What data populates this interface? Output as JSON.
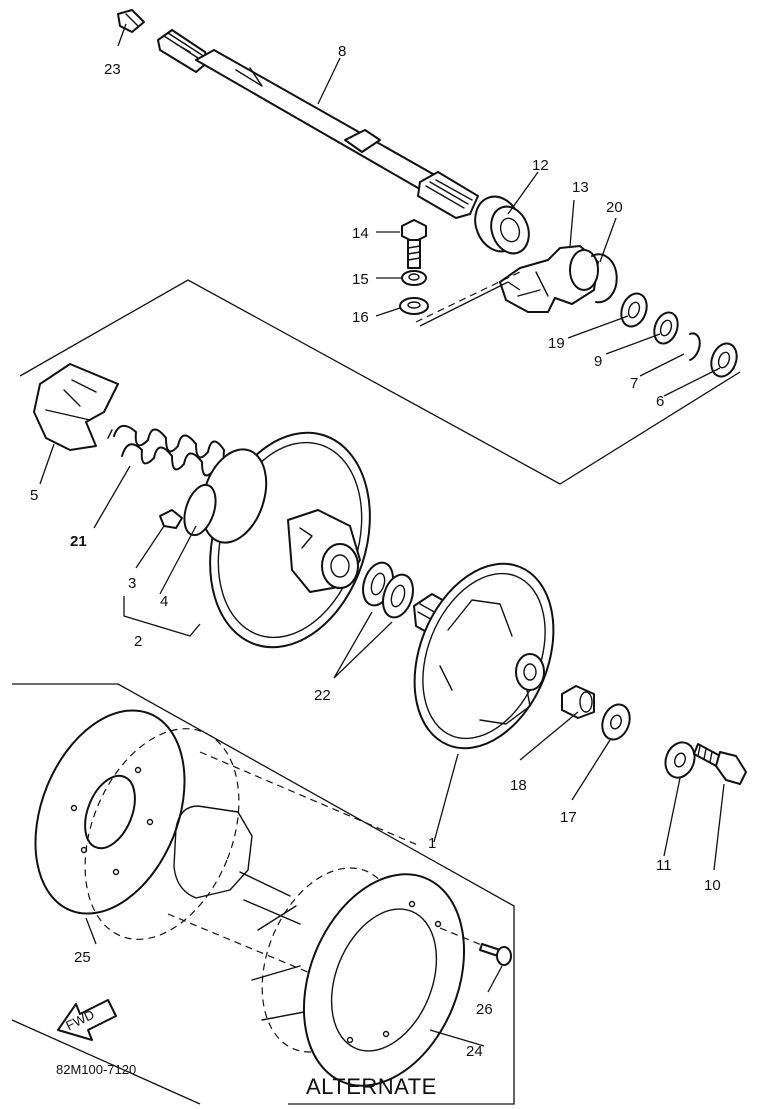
{
  "parts": [
    {
      "id": "p1",
      "label": "1"
    },
    {
      "id": "p2",
      "label": "2"
    },
    {
      "id": "p3",
      "label": "3"
    },
    {
      "id": "p4",
      "label": "4"
    },
    {
      "id": "p5",
      "label": "5"
    },
    {
      "id": "p6",
      "label": "6"
    },
    {
      "id": "p7",
      "label": "7"
    },
    {
      "id": "p8",
      "label": "8"
    },
    {
      "id": "p9",
      "label": "9"
    },
    {
      "id": "p10",
      "label": "10"
    },
    {
      "id": "p11",
      "label": "11"
    },
    {
      "id": "p12",
      "label": "12"
    },
    {
      "id": "p13",
      "label": "13"
    },
    {
      "id": "p14",
      "label": "14"
    },
    {
      "id": "p15",
      "label": "15"
    },
    {
      "id": "p16",
      "label": "16"
    },
    {
      "id": "p17",
      "label": "17"
    },
    {
      "id": "p18",
      "label": "18"
    },
    {
      "id": "p19",
      "label": "19"
    },
    {
      "id": "p20",
      "label": "20"
    },
    {
      "id": "p21",
      "label": "21"
    },
    {
      "id": "p22",
      "label": "22"
    },
    {
      "id": "p23",
      "label": "23"
    },
    {
      "id": "p24",
      "label": "24"
    },
    {
      "id": "p25",
      "label": "25"
    },
    {
      "id": "p26",
      "label": "26"
    }
  ],
  "alternate_label": "ALTERNATE",
  "diagram_code": "82M100-7120",
  "fwd_label": "FWD"
}
